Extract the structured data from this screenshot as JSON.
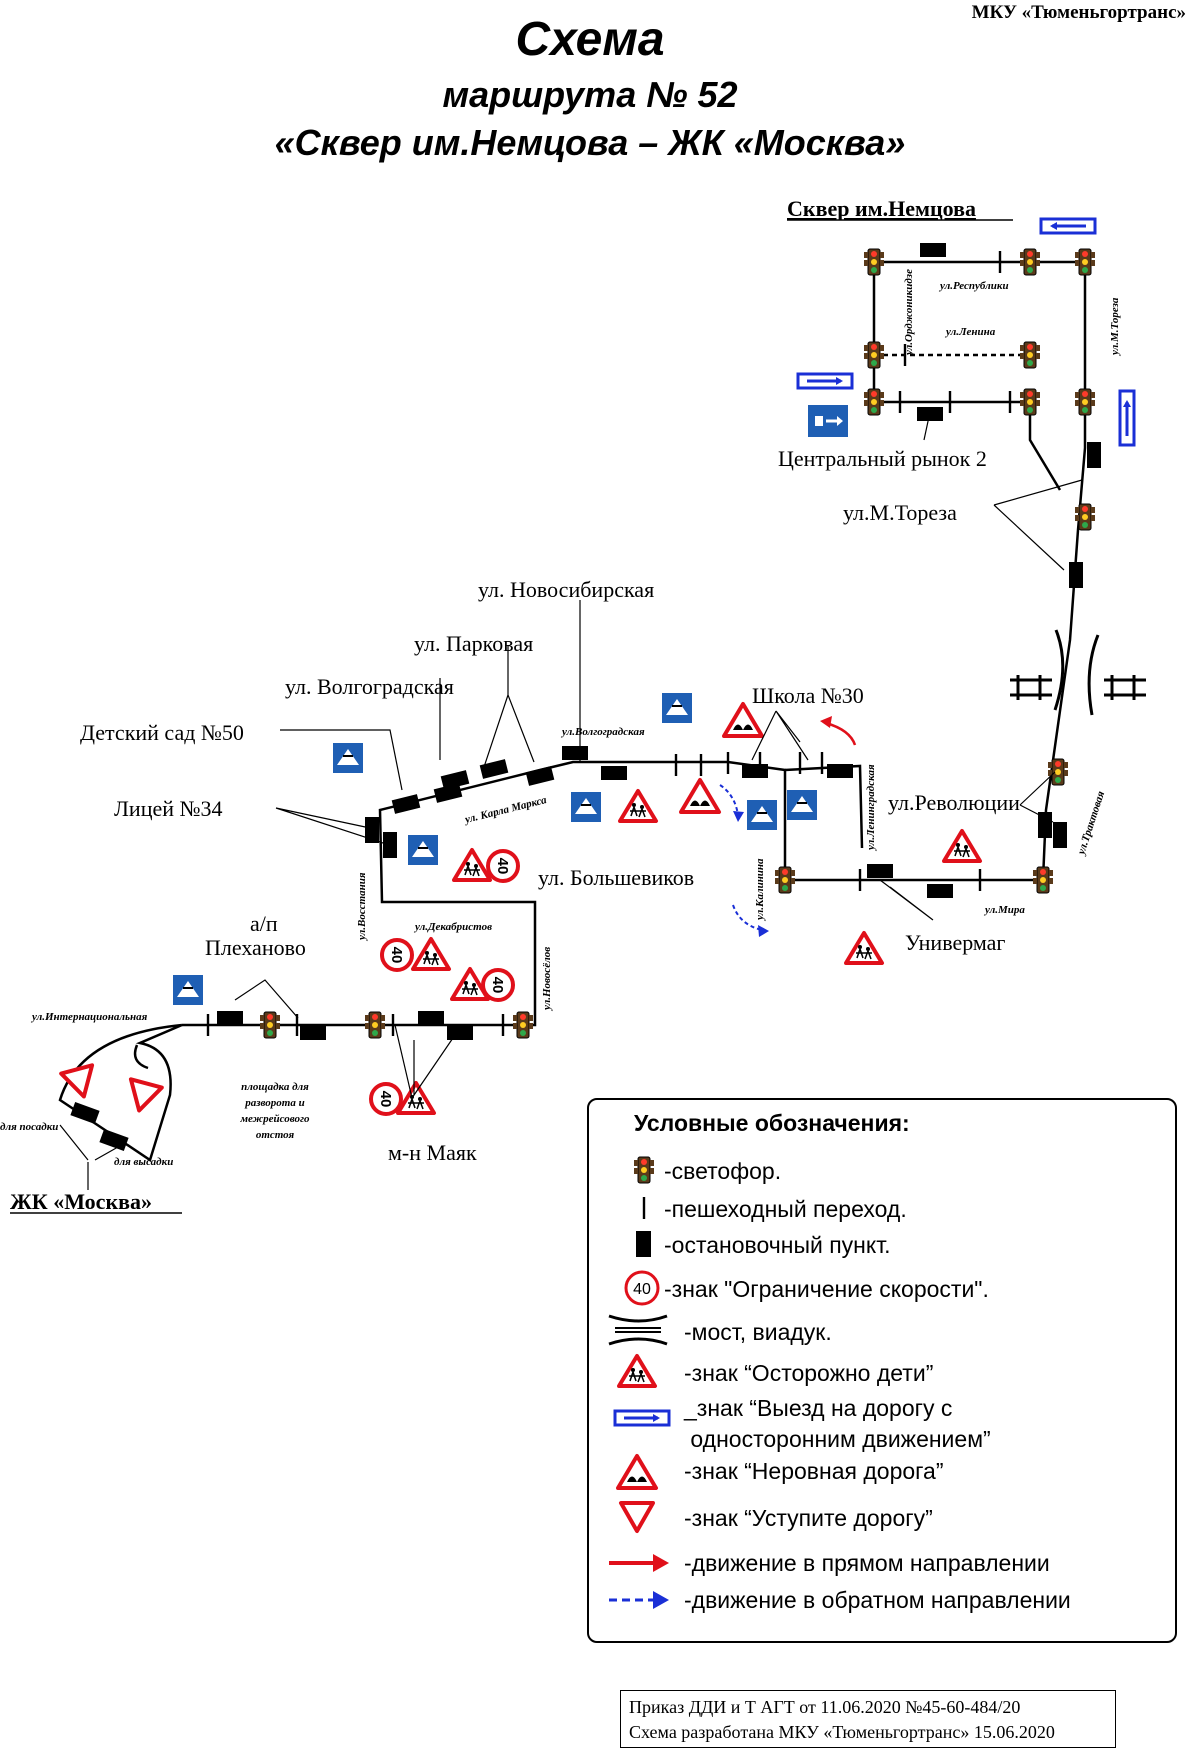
{
  "organization": "МКУ «Тюменьгортранс»",
  "title": {
    "line1": "Схема",
    "line2": "маршрута № 52",
    "line3": "«Сквер им.Немцова – ЖК «Москва»"
  },
  "terminals": {
    "start": "Сквер им.Немцова",
    "end": "ЖК «Москва»"
  },
  "stops": {
    "central_market": "Центральный рынок 2",
    "m_toreza": "ул.М.Тореза",
    "novosibirskaya": "ул. Новосибирская",
    "parkovaya": "ул. Парковая",
    "volgogradskaya": "ул. Волгоградская",
    "kindergarten": "Детский сад №50",
    "lyceum": "Лицей №34",
    "school": "Школа №30",
    "revolyutsii": "ул.Революции",
    "bolshevikov": "ул. Большевиков",
    "univermag": "Универмаг",
    "plekhanovo_1": "а/п",
    "plekhanovo_2": "Плеханово",
    "mayak": "м-н Маяк"
  },
  "streets": {
    "respubliki": "ул.Республики",
    "lenina": "ул.Ленина",
    "ordzhonikidze": "ул.Орджоникидзе",
    "m_toreza": "ул.М.Тореза",
    "volgogradskaya": "ул.Волгоградская",
    "karla_marksa": "ул. Карла Маркса",
    "leningradskaya": "ул.Ленинградская",
    "traktovaya": "ул.Трактовая",
    "mira": "ул.Мира",
    "kalinina": "ул.Калинина",
    "vosstaniya": "ул.Восстания",
    "dekabristov": "ул.Декабристов",
    "novoselov": "ул.Новосёлов",
    "internatsionalnaya": "ул.Интернациональная"
  },
  "area_notes": {
    "boarding": "для посадки",
    "alighting": "для высадки",
    "turnaround": [
      "площадка для",
      "разворота и",
      "межрейсового",
      "отстоя"
    ]
  },
  "speed_limit_value": "40",
  "legend": {
    "title": "Условные обозначения:",
    "items": {
      "traffic_light": "-светофор.",
      "crosswalk": "-пешеходный переход.",
      "stop": "-остановочный пункт.",
      "speed_limit": "-знак \"Ограничение скорости\".",
      "bridge": "-мост, виадук.",
      "children": "-знак “Осторожно дети”",
      "one_way_1": "_знак “Выезд на дорогу с",
      "one_way_2": " односторонним движением”",
      "rough_road": "-знак “Неровная дорога”",
      "yield": "-знак “Уступите дорогу”",
      "forward": "-движение в прямом направлении",
      "reverse": "-движение в обратном направлении"
    }
  },
  "footer": {
    "line1": "Приказ ДДИ и Т АГТ от 11.06.2020 №45-60-484/20",
    "line2": "Схема разработана МКУ «Тюменьгортранс» 15.06.2020"
  },
  "colors": {
    "route": "#000000",
    "sign_red": "#e0101a",
    "sign_blue": "#1f5fb4",
    "one_way_blue": "#1a2fd6"
  }
}
